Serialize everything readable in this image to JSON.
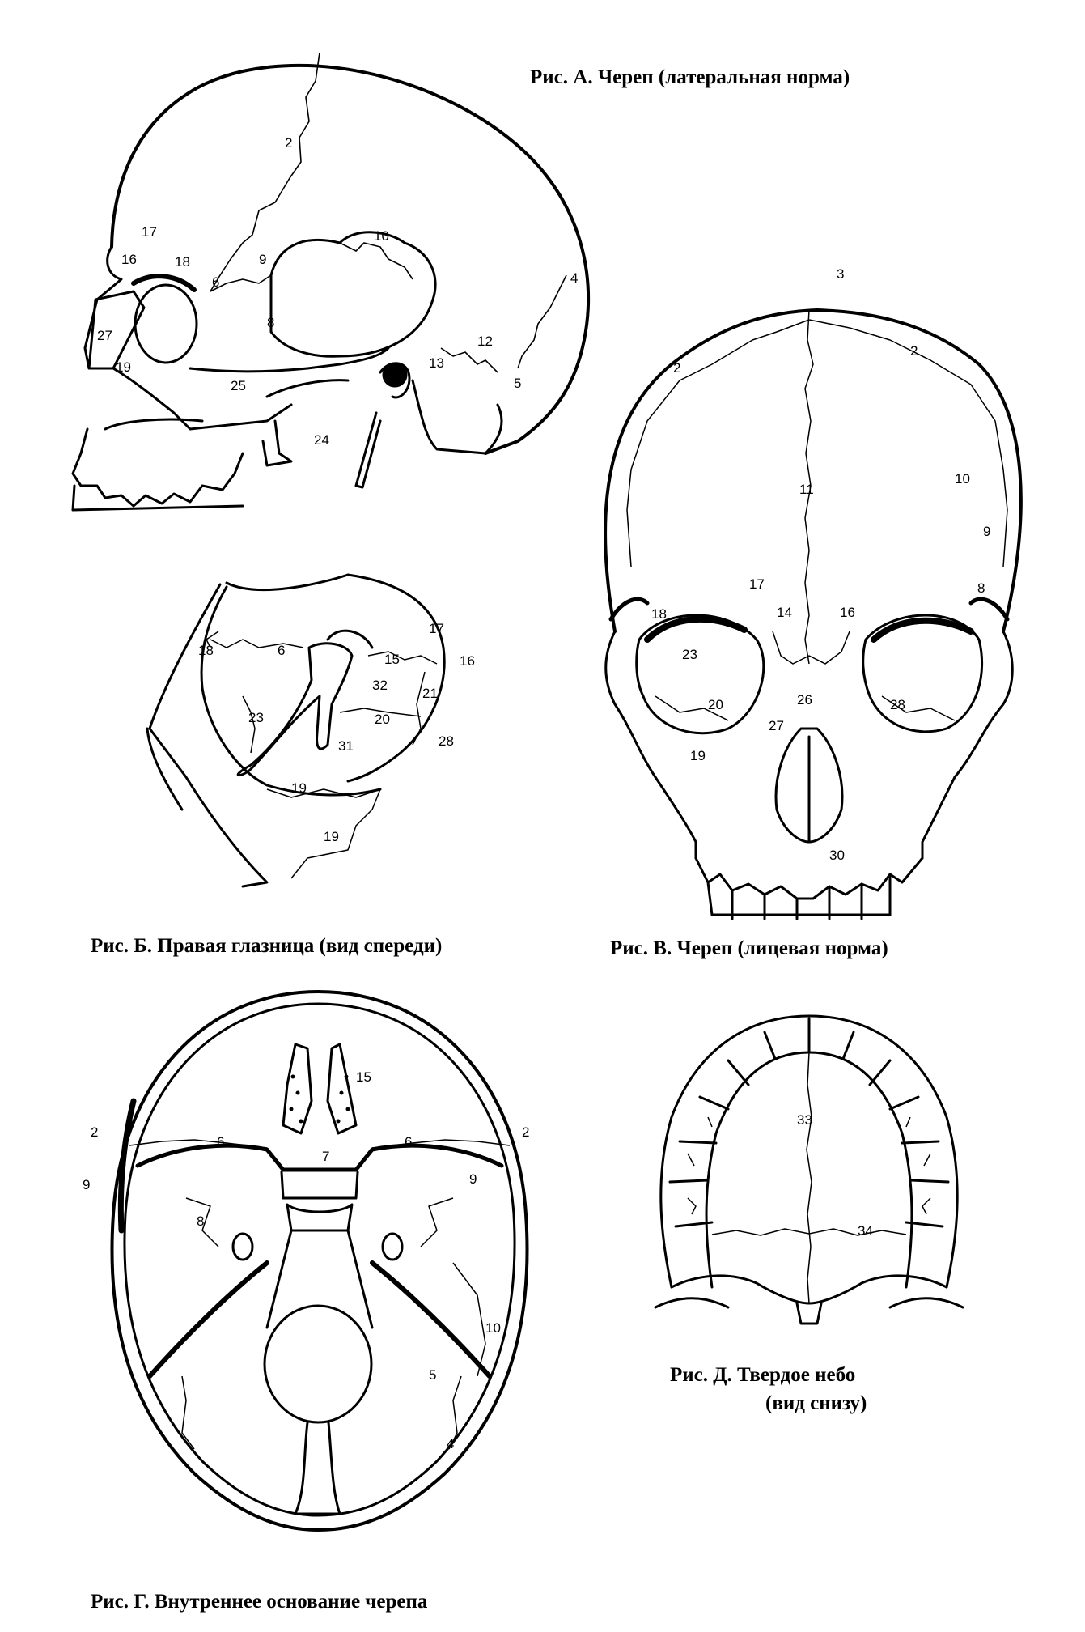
{
  "figures": {
    "a": {
      "caption": "Рис. А. Череп (латеральная норма)",
      "labels": [
        "2",
        "17",
        "16",
        "18",
        "6",
        "9",
        "10",
        "4",
        "12",
        "13",
        "5",
        "8",
        "27",
        "19",
        "25",
        "24"
      ]
    },
    "b": {
      "caption": "Рис. Б. Правая глазница (вид спереди)",
      "labels": [
        "18",
        "6",
        "15",
        "17",
        "16",
        "32",
        "21",
        "23",
        "20",
        "28",
        "31",
        "19",
        "19"
      ]
    },
    "v": {
      "caption": "Рис. В. Череп (лицевая норма)",
      "labels": [
        "3",
        "2",
        "2",
        "11",
        "10",
        "9",
        "8",
        "17",
        "14",
        "16",
        "18",
        "23",
        "26",
        "27",
        "20",
        "28",
        "19",
        "30"
      ]
    },
    "g": {
      "caption": "Рис. Г. Внутреннее основание черепа",
      "labels": [
        "15",
        "2",
        "2",
        "6",
        "6",
        "7",
        "9",
        "9",
        "8",
        "10",
        "5",
        "4"
      ]
    },
    "d": {
      "caption_line1": "Рис. Д. Твердое небо",
      "caption_line2": "(вид снизу)",
      "labels": [
        "33",
        "34"
      ]
    }
  }
}
